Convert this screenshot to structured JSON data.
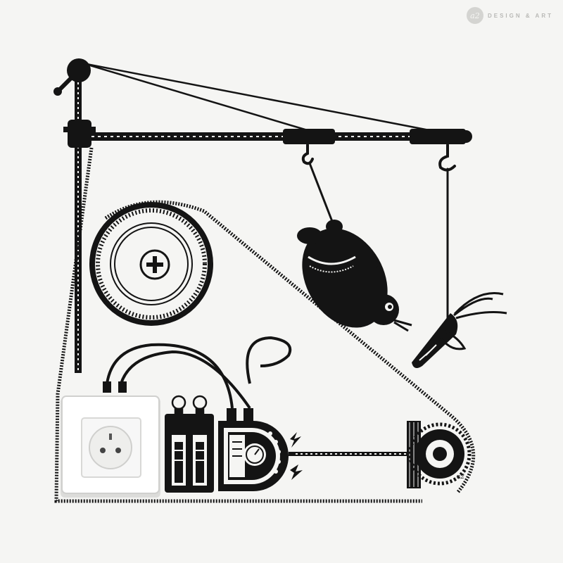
{
  "watermark": {
    "monogram": "a2",
    "text": "DESIGN & ART"
  },
  "signature": "a2",
  "colors": {
    "background": "#f5f5f3",
    "ink": "#141414",
    "outlet": "#ffffff",
    "outlet_shadow": "#dcdcda"
  },
  "icons": [
    "crank-handle-icon",
    "pulley-wheel-icon",
    "gear-wheel-icon",
    "plus-icon",
    "hook-icon",
    "hamster-icon",
    "carrot-icon",
    "power-outlet-icon",
    "lightbulb-icon",
    "battery-icon",
    "dial-gauge-icon",
    "lightning-icon",
    "brush-wheel-icon"
  ]
}
